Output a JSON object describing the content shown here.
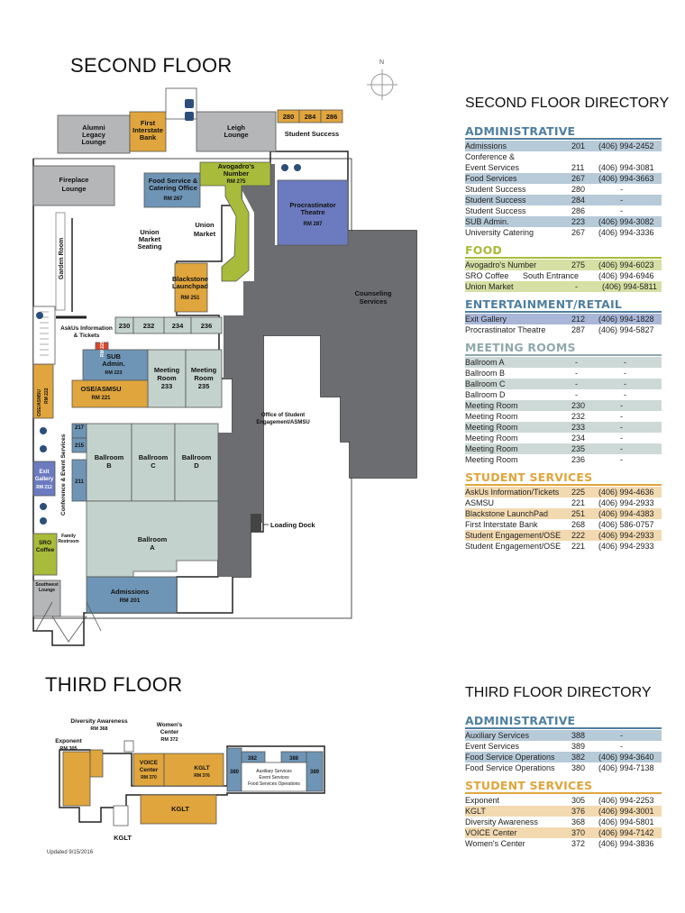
{
  "second_floor": {
    "title": "SECOND FLOOR",
    "compass": "N",
    "rooms": {
      "alumni": [
        "Alumni",
        "Legacy",
        "Lounge"
      ],
      "first_interstate": [
        "First",
        "Interstate",
        "Bank"
      ],
      "leigh": [
        "Leigh",
        "Lounge"
      ],
      "r280": "280",
      "r284": "284",
      "r286": "286",
      "student_success": "Student Success",
      "fireplace": [
        "Fireplace",
        "Lounge"
      ],
      "food_service": [
        "Food Service &",
        "Catering Office",
        "RM 267"
      ],
      "avogadro": [
        "Avogadro's",
        "Number",
        "RM 275"
      ],
      "procrastinator": [
        "Procrastinator",
        "Theatre",
        "RM 287"
      ],
      "union_market_seating": [
        "Union",
        "Market",
        "Seating"
      ],
      "union_market": [
        "Union",
        "Market"
      ],
      "garden_room": "Garden Room",
      "blackstone": [
        "Blackstone",
        "Launchpad",
        "RM 251"
      ],
      "counseling": [
        "Counseling",
        "Services"
      ],
      "askus": [
        "AskUs Information",
        "& Tickets"
      ],
      "r230": "230",
      "r232": "232",
      "r234": "234",
      "r236": "236",
      "rm225": "RM 225",
      "sub_admin": [
        "SUB",
        "Admin.",
        "RM 223"
      ],
      "meeting233": [
        "Meeting",
        "Room",
        "233"
      ],
      "meeting235": [
        "Meeting",
        "Room",
        "235"
      ],
      "ose_asmsu": [
        "OSE/ASMSU",
        "RM 221"
      ],
      "ose_side": [
        "OSE/ASMSU",
        "RM 222"
      ],
      "office_student": [
        "Office of Student",
        "Engagement/ASMSU"
      ],
      "conference_event": "Conference & Event Services",
      "r217": "217",
      "r215": "215",
      "r211": "211",
      "ballroom_b": [
        "Ballroom",
        "B"
      ],
      "ballroom_c": [
        "Ballroom",
        "C"
      ],
      "ballroom_d": [
        "Ballroom",
        "D"
      ],
      "exit_gallery": [
        "Exit",
        "Gallery",
        "RM 212"
      ],
      "family_restroom": [
        "Family",
        "Restroom"
      ],
      "ballroom_a": [
        "Ballroom",
        "A"
      ],
      "sro": [
        "SRO",
        "Coffee"
      ],
      "southwest": [
        "Southwest",
        "Lounge"
      ],
      "admissions": [
        "Admissions",
        "RM 201"
      ],
      "loading_dock": "Loading Dock"
    }
  },
  "second_directory": {
    "title": "SECOND FLOOR DIRECTORY",
    "sections": [
      {
        "heading": "ADMINISTRATIVE",
        "color": "#4f7fa0",
        "shade": "#b7cad8",
        "rows": [
          {
            "name": "Admissions",
            "rm": "201",
            "ph": "(406) 994-2452",
            "hl": true
          },
          {
            "name": "Conference &",
            "rm": "",
            "ph": "",
            "hl": false
          },
          {
            "name": "Event Services",
            "rm": "211",
            "ph": "(406) 994-3081",
            "hl": false
          },
          {
            "name": "Food Services",
            "rm": "267",
            "ph": "(406) 994-3663",
            "hl": true
          },
          {
            "name": "Student Success",
            "rm": "280",
            "ph": "-",
            "hl": false
          },
          {
            "name": "Student Success",
            "rm": "284",
            "ph": "-",
            "hl": true
          },
          {
            "name": "Student Success",
            "rm": "286",
            "ph": "-",
            "hl": false
          },
          {
            "name": "SUB Admin.",
            "rm": "223",
            "ph": "(406) 994-3082",
            "hl": true
          },
          {
            "name": "University Catering",
            "rm": "267",
            "ph": "(406) 994-3336",
            "hl": false
          }
        ]
      },
      {
        "heading": "FOOD",
        "color": "#a9bb3a",
        "shade": "#d6e0a4",
        "rows": [
          {
            "name": "Avogadro's Number",
            "rm": "275",
            "ph": "(406) 994-6023",
            "hl": true
          },
          {
            "name": "SRO Coffee",
            "extra": "South Entrance",
            "rm": "",
            "ph": "(406) 994-6946",
            "hl": false
          },
          {
            "name": "Union Market",
            "rm": "-",
            "ph": "(406) 994-5811",
            "hl": true
          }
        ]
      },
      {
        "heading": "ENTERTAINMENT/RETAIL",
        "color": "#4f7fa0",
        "shade": "#a9b6d8",
        "rows": [
          {
            "name": "Exit Gallery",
            "rm": "212",
            "ph": "(406) 994-1828",
            "hl": true
          },
          {
            "name": "Procrastinator Theatre",
            "rm": "287",
            "ph": "(406) 994-5827",
            "hl": false
          }
        ]
      },
      {
        "heading": "MEETING ROOMS",
        "color": "#8fa8ab",
        "shade": "#cdd9d6",
        "rows": [
          {
            "name": "Ballroom A",
            "rm": "-",
            "ph": "-",
            "hl": true
          },
          {
            "name": "Ballroom B",
            "rm": "-",
            "ph": "-",
            "hl": false
          },
          {
            "name": "Ballroom C",
            "rm": "-",
            "ph": "-",
            "hl": true
          },
          {
            "name": "Ballroom D",
            "rm": "-",
            "ph": "-",
            "hl": false
          },
          {
            "name": "Meeting Room",
            "rm": "230",
            "ph": "-",
            "hl": true
          },
          {
            "name": "Meeting Room",
            "rm": "232",
            "ph": "-",
            "hl": false
          },
          {
            "name": "Meeting Room",
            "rm": "233",
            "ph": "-",
            "hl": true
          },
          {
            "name": "Meeting Room",
            "rm": "234",
            "ph": "-",
            "hl": false
          },
          {
            "name": "Meeting Room",
            "rm": "235",
            "ph": "-",
            "hl": true
          },
          {
            "name": "Meeting Room",
            "rm": "236",
            "ph": "-",
            "hl": false
          }
        ]
      },
      {
        "heading": "STUDENT SERVICES",
        "color": "#e0a53c",
        "shade": "#f2d9b0",
        "rows": [
          {
            "name": "AskUs Information/Tickets",
            "rm": "225",
            "ph": "(406) 994-4636",
            "hl": true
          },
          {
            "name": "ASMSU",
            "rm": "221",
            "ph": "(406) 994-2933",
            "hl": false
          },
          {
            "name": "Blackstone LaunchPad",
            "rm": "251",
            "ph": "(406) 994-4383",
            "hl": true
          },
          {
            "name": "First Interstate Bank",
            "rm": "268",
            "ph": "(406) 586-0757",
            "hl": false
          },
          {
            "name": "Student Engagement/OSE",
            "rm": "222",
            "ph": "(406) 994-2933",
            "hl": true
          },
          {
            "name": "Student Engagement/OSE",
            "rm": "221",
            "ph": "(406) 994-2933",
            "hl": false
          }
        ]
      }
    ]
  },
  "third_floor": {
    "title": "THIRD FLOOR",
    "rooms": {
      "diversity": [
        "Diversity Awareness",
        "RM 368"
      ],
      "womens": [
        "Women's",
        "Center",
        "RM 372"
      ],
      "exponent": [
        "Exponent",
        "RM 305"
      ],
      "voice": [
        "VOICE",
        "Center",
        "RM 370"
      ],
      "kglt_376": [
        "KGLT",
        "RM 376"
      ],
      "r382": "382",
      "r388": "388",
      "r380": "380",
      "r389": "389",
      "aux": [
        "Auxiliary Services",
        "Event Services",
        "Food Services Operations"
      ],
      "kglt_main": "KGLT",
      "kglt_below": "KGLT"
    },
    "updated": "Updated 9/15/2016"
  },
  "third_directory": {
    "title": "THIRD FLOOR DIRECTORY",
    "sections": [
      {
        "heading": "ADMINISTRATIVE",
        "color": "#4f7fa0",
        "shade": "#b7cad8",
        "rows": [
          {
            "name": "Auxiliary Services",
            "rm": "388",
            "ph": "-",
            "hl": true
          },
          {
            "name": "Event Services",
            "rm": "389",
            "ph": "-",
            "hl": false
          },
          {
            "name": "Food Service Operations",
            "rm": "382",
            "ph": "(406) 994-3640",
            "hl": true
          },
          {
            "name": "Food Service Operations",
            "rm": "380",
            "ph": "(406) 994-7138",
            "hl": false
          }
        ]
      },
      {
        "heading": "STUDENT SERVICES",
        "color": "#e0a53c",
        "shade": "#f2d9b0",
        "rows": [
          {
            "name": "Exponent",
            "rm": "305",
            "ph": "(406) 994-2253",
            "hl": false
          },
          {
            "name": "KGLT",
            "rm": "376",
            "ph": "(406) 994-3001",
            "hl": true
          },
          {
            "name": "Diversity Awareness",
            "rm": "368",
            "ph": "(406) 994-5801",
            "hl": false
          },
          {
            "name": "VOICE Center",
            "rm": "370",
            "ph": "(406) 994-7142",
            "hl": true
          },
          {
            "name": "Women's Center",
            "rm": "372",
            "ph": "(406) 994-3836",
            "hl": false
          }
        ]
      }
    ]
  }
}
